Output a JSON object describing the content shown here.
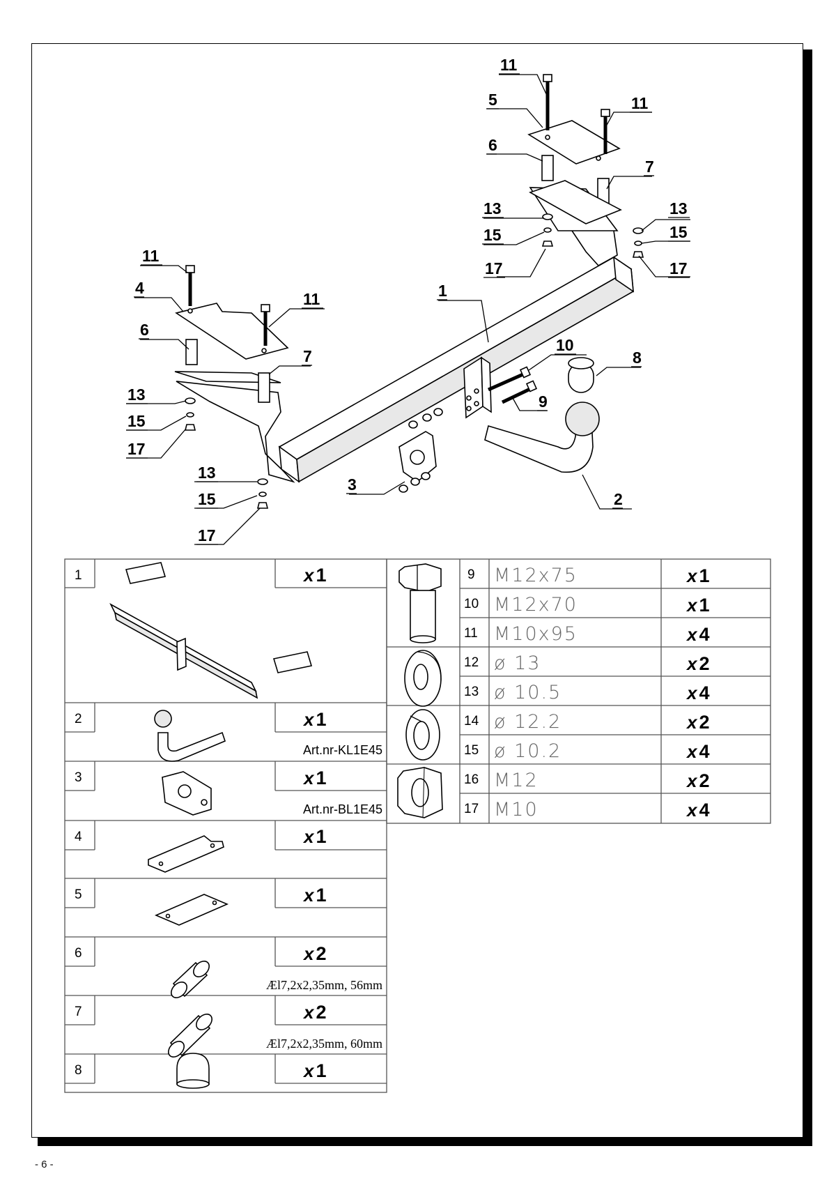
{
  "page": {
    "number": "- 6 -"
  },
  "diagram": {
    "callouts": [
      {
        "id": "c11a",
        "label": "11"
      },
      {
        "id": "c5",
        "label": "5"
      },
      {
        "id": "c11b",
        "label": "11"
      },
      {
        "id": "c6a",
        "label": "6"
      },
      {
        "id": "c7a",
        "label": "7"
      },
      {
        "id": "c13a",
        "label": "13"
      },
      {
        "id": "c15a",
        "label": "15"
      },
      {
        "id": "c17a",
        "label": "17"
      },
      {
        "id": "c13b",
        "label": "13"
      },
      {
        "id": "c15b",
        "label": "15"
      },
      {
        "id": "c17b",
        "label": "17"
      },
      {
        "id": "c11c",
        "label": "11"
      },
      {
        "id": "c4",
        "label": "4"
      },
      {
        "id": "c11d",
        "label": "11"
      },
      {
        "id": "c6b",
        "label": "6"
      },
      {
        "id": "c1",
        "label": "1"
      },
      {
        "id": "c10",
        "label": "10"
      },
      {
        "id": "c8",
        "label": "8"
      },
      {
        "id": "c7b",
        "label": "7"
      },
      {
        "id": "c13c",
        "label": "13"
      },
      {
        "id": "c15c",
        "label": "15"
      },
      {
        "id": "c17c",
        "label": "17"
      },
      {
        "id": "c9",
        "label": "9"
      },
      {
        "id": "c3",
        "label": "3"
      },
      {
        "id": "c2",
        "label": "2"
      },
      {
        "id": "c13d",
        "label": "13"
      },
      {
        "id": "c15d",
        "label": "15"
      },
      {
        "id": "c17d",
        "label": "17"
      }
    ]
  },
  "parts_left": [
    {
      "no": "1",
      "qty_x": "x",
      "qty_n": "1",
      "note": ""
    },
    {
      "no": "2",
      "qty_x": "x",
      "qty_n": "1",
      "note": "Art.nr-KL1E45"
    },
    {
      "no": "3",
      "qty_x": "x",
      "qty_n": "1",
      "note": "Art.nr-BL1E45"
    },
    {
      "no": "4",
      "qty_x": "x",
      "qty_n": "1",
      "note": ""
    },
    {
      "no": "5",
      "qty_x": "x",
      "qty_n": "1",
      "note": ""
    },
    {
      "no": "6",
      "qty_x": "x",
      "qty_n": "2",
      "note": "Æl7,2x2,35mm, 56mm"
    },
    {
      "no": "7",
      "qty_x": "x",
      "qty_n": "2",
      "note": "Æl7,2x2,35mm, 60mm"
    },
    {
      "no": "8",
      "qty_x": "x",
      "qty_n": "1",
      "note": ""
    }
  ],
  "parts_right": [
    {
      "no": "9",
      "spec": "M12x75",
      "qty_x": "x",
      "qty_n": "1"
    },
    {
      "no": "10",
      "spec": "M12x70",
      "qty_x": "x",
      "qty_n": "1"
    },
    {
      "no": "11",
      "spec": "M10x95",
      "qty_x": "x",
      "qty_n": "4"
    },
    {
      "no": "12",
      "spec": "ø 13",
      "qty_x": "x",
      "qty_n": "2"
    },
    {
      "no": "13",
      "spec": "ø 10.5",
      "qty_x": "x",
      "qty_n": "4"
    },
    {
      "no": "14",
      "spec": "ø 12.2",
      "qty_x": "x",
      "qty_n": "2"
    },
    {
      "no": "15",
      "spec": "ø 10.2",
      "qty_x": "x",
      "qty_n": "4"
    },
    {
      "no": "16",
      "spec": "M12",
      "qty_x": "x",
      "qty_n": "2"
    },
    {
      "no": "17",
      "spec": "M10",
      "qty_x": "x",
      "qty_n": "4"
    }
  ],
  "icons": {
    "bolt": "hex-bolt-icon",
    "washer": "flat-washer-icon",
    "spring_washer": "spring-washer-icon",
    "nut": "hex-nut-icon"
  }
}
